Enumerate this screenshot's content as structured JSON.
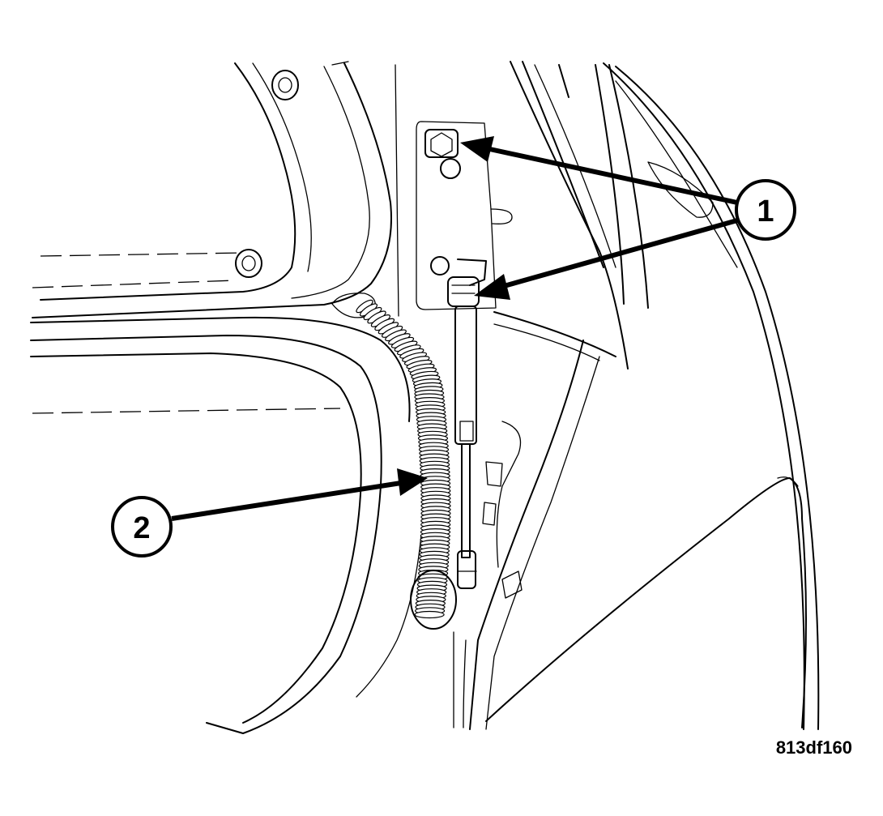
{
  "figure_id": "813df160",
  "callouts": [
    {
      "number": "1"
    },
    {
      "number": "2"
    }
  ]
}
